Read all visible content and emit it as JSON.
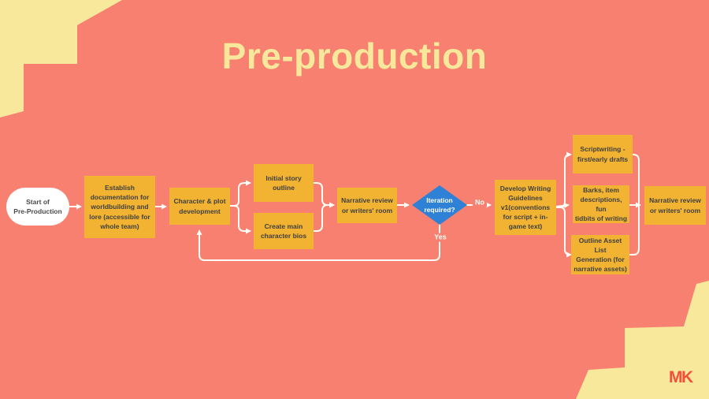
{
  "slide": {
    "title": "Pre-production"
  },
  "colors": {
    "background": "#F88070",
    "sticky_yellow": "#F1B331",
    "pale_yellow": "#F7E89C",
    "diamond_blue": "#2E81D4",
    "connector_white": "#FFFDF5",
    "node_text": "#3F3F3F",
    "logo_red": "#F2503C",
    "start_node_bg": "#FFFFFF"
  },
  "flowchart": {
    "nodes": [
      {
        "id": "start",
        "type": "terminator",
        "label": "Start of\nPre-Production"
      },
      {
        "id": "establish-documentation",
        "type": "process",
        "label": "Establish\ndocumentation for\nworldbuilding and\nlore (accessible for\nwhole team)"
      },
      {
        "id": "character-plot-development",
        "type": "process",
        "label": "Character & plot\ndevelopment"
      },
      {
        "id": "initial-story-outline",
        "type": "process",
        "label": "Initial story\noutline"
      },
      {
        "id": "create-main-character-bios",
        "type": "process",
        "label": "Create main\ncharacter bios"
      },
      {
        "id": "narrative-review-1",
        "type": "process",
        "label": "Narrative review\nor writers' room"
      },
      {
        "id": "iteration-required",
        "type": "decision",
        "label": "Iteration\nrequired?"
      },
      {
        "id": "develop-writing-guidelines",
        "type": "process",
        "label": "Develop Writing\nGuidelines\nv1(conventions\nfor script + in-\ngame text)"
      },
      {
        "id": "scriptwriting-drafts",
        "type": "process",
        "label": "Scriptwriting -\nfirst/early drafts"
      },
      {
        "id": "barks-item-descriptions",
        "type": "process",
        "label": "Barks, item\ndescriptions, fun\ntidbits of writing"
      },
      {
        "id": "outline-asset-list",
        "type": "process",
        "label": "Outline Asset List\nGeneration (for\nnarrative assets)"
      },
      {
        "id": "narrative-review-2",
        "type": "process",
        "label": "Narrative review\nor writers' room"
      }
    ],
    "edge_labels": {
      "no": "No",
      "yes": "Yes"
    }
  },
  "logo": {
    "text": "MK"
  }
}
